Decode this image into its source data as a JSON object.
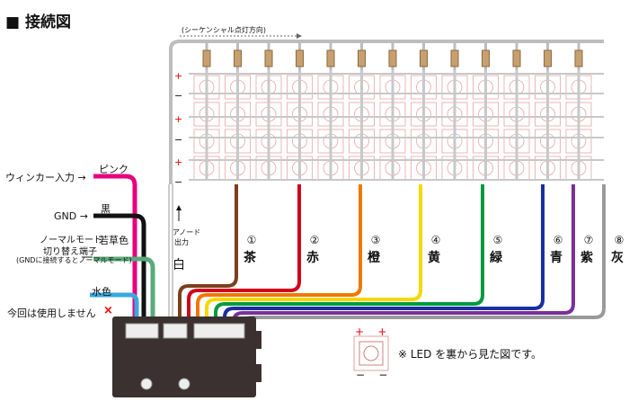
{
  "title": "■ 接続図",
  "sequential_direction": "(シーケンシャル点灯方向)",
  "polarity": {
    "plus": "+",
    "minus": "−"
  },
  "inputs": {
    "winker": {
      "label": "ウィンカー入力 →",
      "wire": "ピンク",
      "color": "#e6007e"
    },
    "gnd": {
      "label": "GND →",
      "wire": "黒",
      "color": "#111111"
    },
    "normal_mode": {
      "label": "ノーマルモード",
      "label2": "切り替え端子",
      "note": "(GNDに接続するとノーマルモード)",
      "wire": "若草色",
      "color": "#5aaa7a"
    },
    "unused": {
      "wire": "水色",
      "note": "今回は使用しません",
      "mark": "×",
      "color": "#3aa8e0"
    }
  },
  "anode": {
    "label": "アノード",
    "label2": "出力",
    "wire": "白"
  },
  "channels": [
    {
      "num": "①",
      "name": "茶",
      "color": "#7b3f1d"
    },
    {
      "num": "②",
      "name": "赤",
      "color": "#d0021b"
    },
    {
      "num": "③",
      "name": "橙",
      "color": "#f07800"
    },
    {
      "num": "④",
      "name": "黄",
      "color": "#f5d800"
    },
    {
      "num": "⑤",
      "name": "緑",
      "color": "#009a3e"
    },
    {
      "num": "⑥",
      "name": "青",
      "color": "#1a2fa0"
    },
    {
      "num": "⑦",
      "name": "紫",
      "color": "#7a2f9a"
    },
    {
      "num": "⑧",
      "name": "灰",
      "color": "#9a9a9a"
    }
  ],
  "legend_note": "※ LED を裏から見た図です。"
}
